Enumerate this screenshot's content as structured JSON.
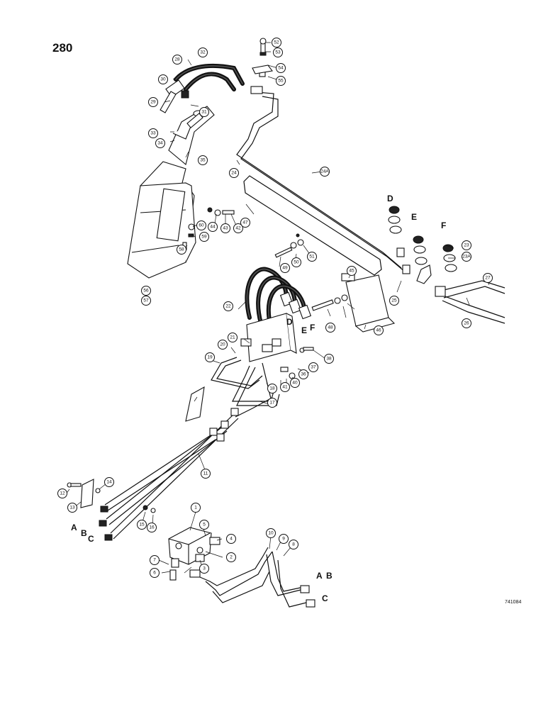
{
  "page_number": "280",
  "drawing_number": "741084",
  "callouts": [
    "1",
    "2",
    "3",
    "4",
    "5",
    "6",
    "7",
    "8",
    "9",
    "10",
    "11",
    "12",
    "13",
    "14",
    "15",
    "16",
    "17",
    "18",
    "19",
    "20",
    "21",
    "22",
    "23",
    "23A",
    "24",
    "24A",
    "25",
    "26",
    "27",
    "28",
    "29",
    "30",
    "31",
    "32",
    "33",
    "34",
    "35",
    "36",
    "37",
    "38",
    "40",
    "41",
    "42",
    "43",
    "44",
    "45",
    "46",
    "47",
    "48",
    "49",
    "50",
    "51",
    "52",
    "53",
    "54",
    "55",
    "56",
    "57",
    "58",
    "59",
    "60"
  ],
  "letters": {
    "upper_d": "D",
    "upper_e": "E",
    "upper_f": "F",
    "mid_d": "D",
    "mid_e": "E",
    "mid_f": "F",
    "left_a": "A",
    "left_b": "B",
    "left_c": "C",
    "right_a": "A",
    "right_b": "B",
    "right_c": "C"
  }
}
